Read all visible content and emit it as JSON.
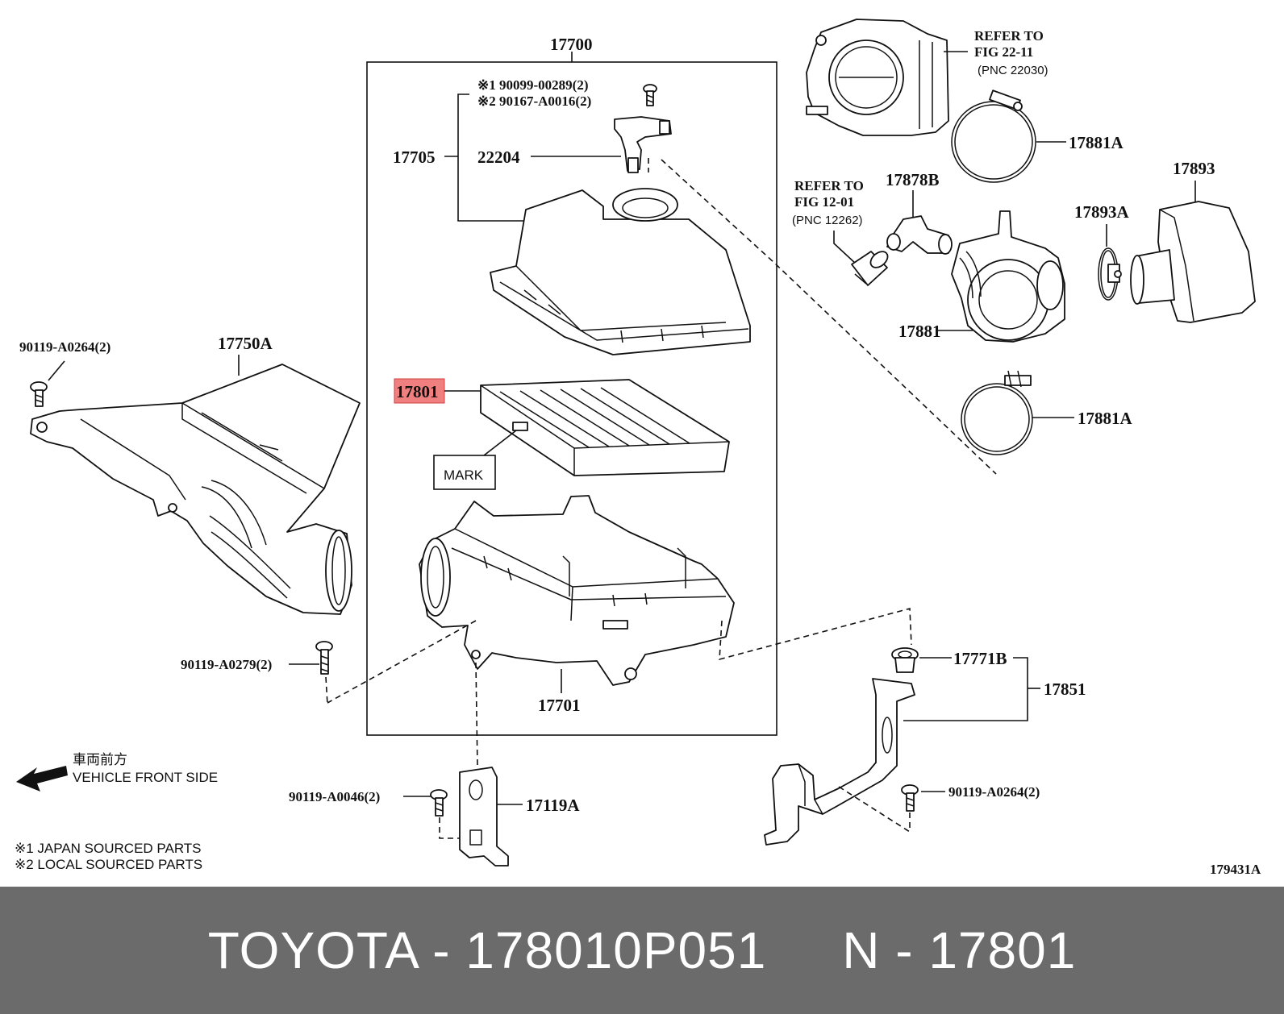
{
  "diagram": {
    "labels": {
      "p17700": "17700",
      "note_x1": "※1 90099-00289(2)",
      "note_x2": "※2 90167-A0016(2)",
      "p17705": "17705",
      "p22204": "22204",
      "p17801": "17801",
      "mark": "MARK",
      "p17701": "17701",
      "p17750a": "17750A",
      "p90119_a0264_left": "90119-A0264(2)",
      "p90119_a0279": "90119-A0279(2)",
      "p90119_a0046": "90119-A0046(2)",
      "p17119a": "17119A",
      "refer1_line1": "REFER TO",
      "refer1_line2": "FIG 22-11",
      "refer1_line3": "(PNC 22030)",
      "p17881a_top": "17881A",
      "refer2_line1": "REFER TO",
      "refer2_line2": "FIG 12-01",
      "refer2_line3": "(PNC 12262)",
      "p17878b": "17878B",
      "p17893": "17893",
      "p17893a": "17893A",
      "p17881": "17881",
      "p17881a_bottom": "17881A",
      "p17771b": "17771B",
      "p17851": "17851",
      "p90119_a0264_right": "90119-A0264(2)",
      "front_jp": "車両前方",
      "front_en": "VEHICLE FRONT SIDE",
      "legend1": "※1 JAPAN SOURCED PARTS",
      "legend2": "※2 LOCAL SOURCED PARTS",
      "illustration_id": "179431A"
    },
    "highlight_color": "#f08080"
  },
  "footer": {
    "text": "TOYOTA - 178010P051     N - 17801",
    "background": "#6b6b6b"
  }
}
